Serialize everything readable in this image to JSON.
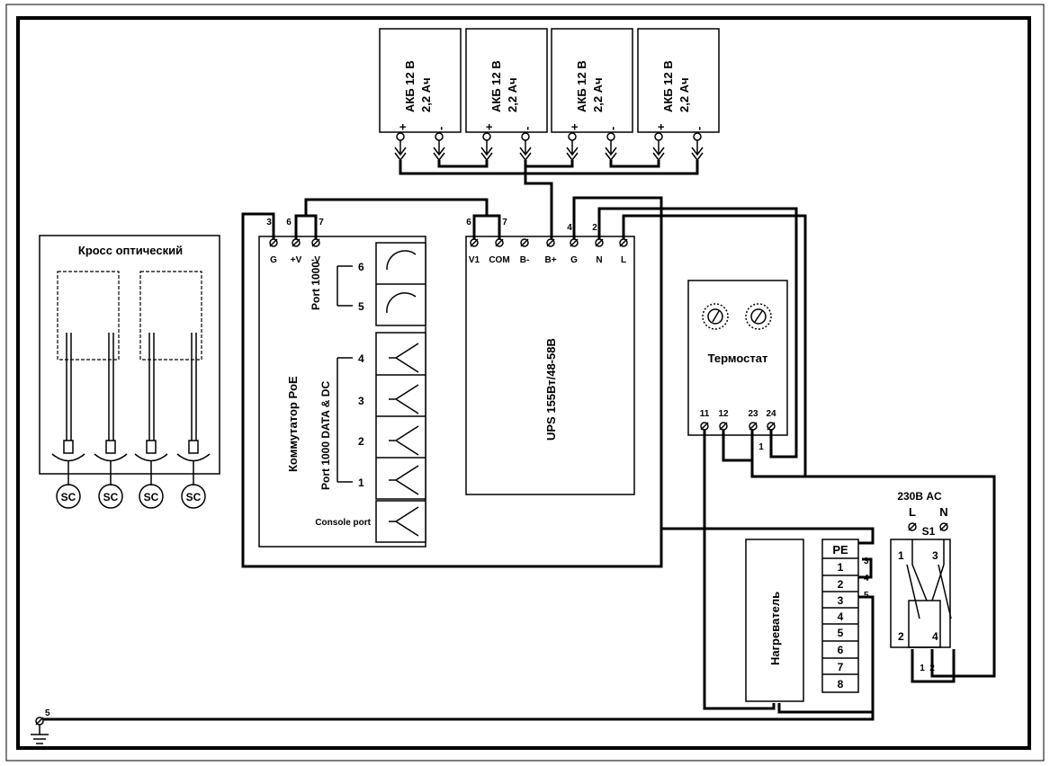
{
  "batteries": [
    {
      "line1": "АКБ 12 В",
      "line2": "2,2 Ач",
      "plus": "+",
      "minus": "-"
    },
    {
      "line1": "АКБ 12 В",
      "line2": "2,2 Ач",
      "plus": "+",
      "minus": "-"
    },
    {
      "line1": "АКБ 12 В",
      "line2": "2,2 Ач",
      "plus": "+",
      "minus": "-"
    },
    {
      "line1": "АКБ 12 В",
      "line2": "2,2 Ач",
      "plus": "+",
      "minus": "-"
    }
  ],
  "cross": {
    "title": "Кросс оптический",
    "connectors": [
      "SC",
      "SC",
      "SC",
      "SC"
    ]
  },
  "poe_switch": {
    "title": "Коммутатор PoE",
    "terminals": [
      "G",
      "+V",
      "-V"
    ],
    "terminal_numbers": [
      "3",
      "6",
      "7"
    ],
    "port_sfp": "Port 1000",
    "sfp_ports": [
      "6",
      "5"
    ],
    "port_data": "Port 1000 DATA & DC",
    "data_ports": [
      "4",
      "3",
      "2",
      "1"
    ],
    "console": "Console port"
  },
  "ups": {
    "title": "UPS 155Вт/48-58В",
    "terminals": [
      "V1",
      "COM",
      "B-",
      "B+",
      "G",
      "N",
      "L"
    ],
    "terminal_numbers": [
      "6",
      "7",
      "4",
      "2"
    ]
  },
  "thermostat": {
    "title": "Термостат",
    "terminals": [
      "11",
      "12",
      "23",
      "24"
    ],
    "wire_number": "1"
  },
  "heater": {
    "title": "Нагреватель"
  },
  "terminal_block": {
    "header": "PE",
    "rows": [
      "1",
      "2",
      "3",
      "4",
      "5",
      "6",
      "7",
      "8"
    ],
    "wire_numbers": [
      "3",
      "4",
      "5"
    ]
  },
  "breaker": {
    "supply": "230В AC",
    "l": "L",
    "n": "N",
    "name": "S1",
    "contacts": [
      "1",
      "3",
      "2",
      "4"
    ],
    "bottom": [
      "1",
      "2"
    ]
  },
  "ground": {
    "number": "5"
  }
}
